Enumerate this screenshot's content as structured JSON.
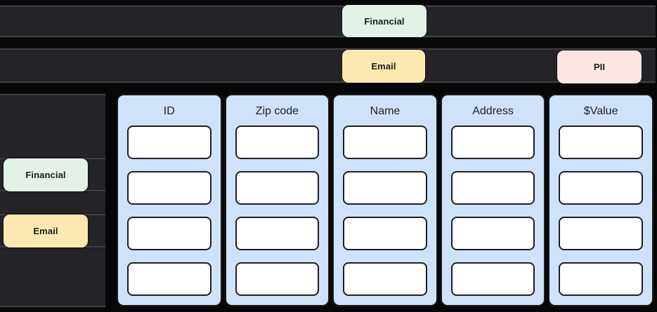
{
  "colors": {
    "background": "#070708",
    "row_fill": "#232328",
    "row_border": "#3e3e43",
    "tag_financial_fill": "#e3f2e7",
    "tag_email_fill": "#fce9af",
    "tag_pii_fill": "#fae7e3",
    "column_fill": "#cfe2fc",
    "cell_fill": "#ffffff",
    "cell_border": "#1f1f21",
    "tag_text": "#1d1d1f",
    "header_text": "#1f1f23"
  },
  "tags": {
    "top_financial": "Financial",
    "top_email": "Email",
    "top_pii": "PII",
    "side_financial": "Financial",
    "side_email": "Email"
  },
  "table": {
    "columns": [
      {
        "header": "ID",
        "cell_count": 4
      },
      {
        "header": "Zip code",
        "cell_count": 4
      },
      {
        "header": "Name",
        "cell_count": 4
      },
      {
        "header": "Address",
        "cell_count": 4
      },
      {
        "header": "$Value",
        "cell_count": 4
      }
    ]
  }
}
